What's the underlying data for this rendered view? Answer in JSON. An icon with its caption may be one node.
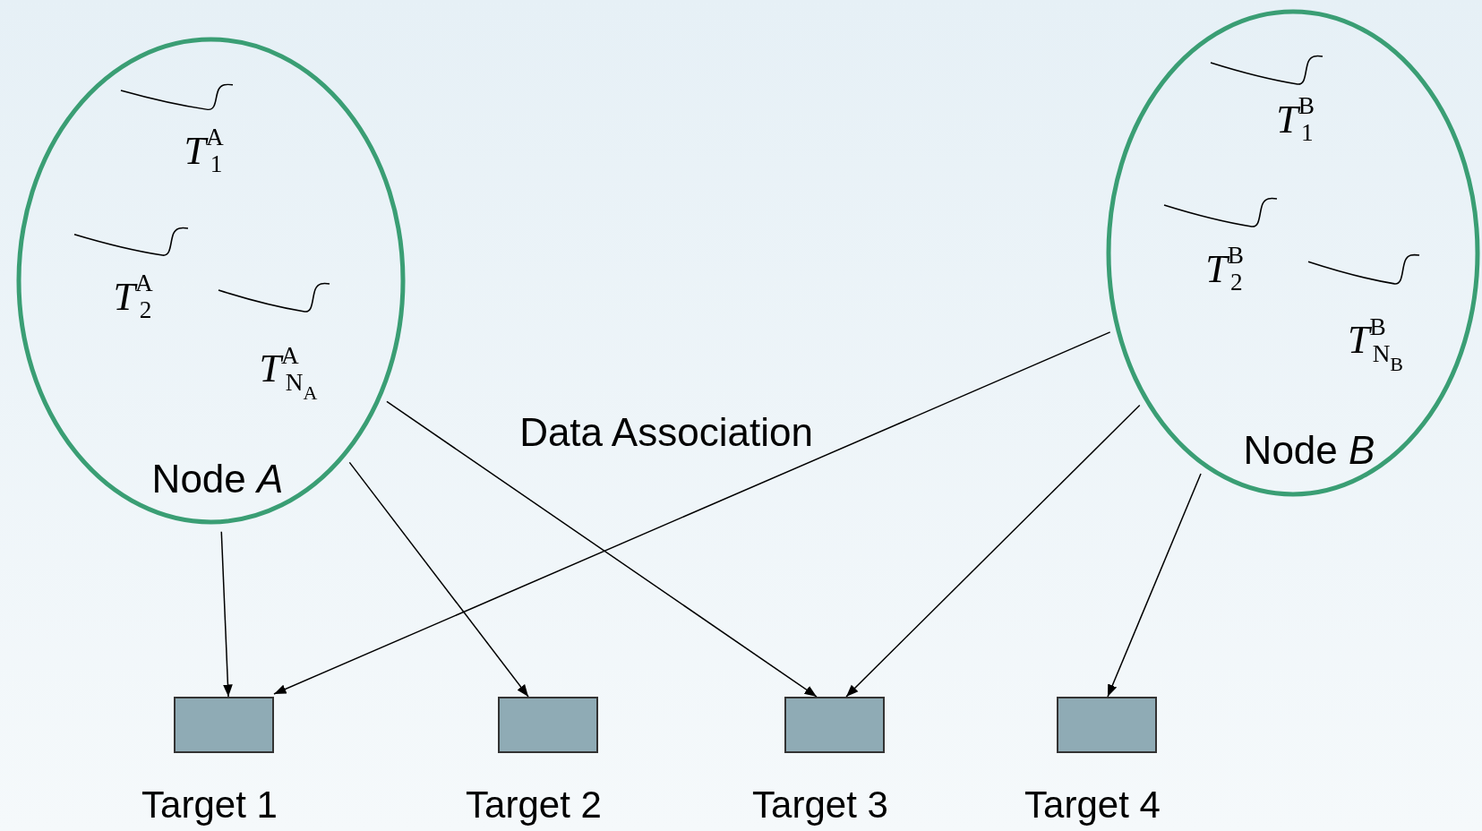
{
  "diagram": {
    "nodes": [
      {
        "text": [
          "*T*$^{A}$$_{1}$",
          "*T*$^{A}$$_{2}$",
          "*T*$^{A}$$_{N}$$_{A}$",
          "Node *A*"
        ]
      },
      {
        "text": [
          "*T*$^{B}$$_{1}$",
          "*T*$^{B}$$_{2}$",
          "*T*$^{B}$$_{N}$$_{B}$",
          "Node *B*"
        ]
      },
      {
        "text": [
          "Target 1"
        ]
      },
      {
        "text": [
          "Target 2"
        ]
      },
      {
        "text": [
          "Target 3"
        ]
      },
      {
        "text": [
          "Target 4"
        ]
      }
    ],
    "edges": [
      {
        "from": 0,
        "to": 2,
        "arrow": "to"
      },
      {
        "from": 0,
        "to": 3,
        "arrow": "to"
      },
      {
        "from": 0,
        "to": 4,
        "arrow": "to"
      },
      {
        "from": 1,
        "to": 2,
        "arrow": "to"
      },
      {
        "from": 1,
        "to": 4,
        "arrow": "to"
      },
      {
        "from": 1,
        "to": 5,
        "arrow": "to"
      }
    ],
    "labels": [
      "Data Association"
    ]
  }
}
